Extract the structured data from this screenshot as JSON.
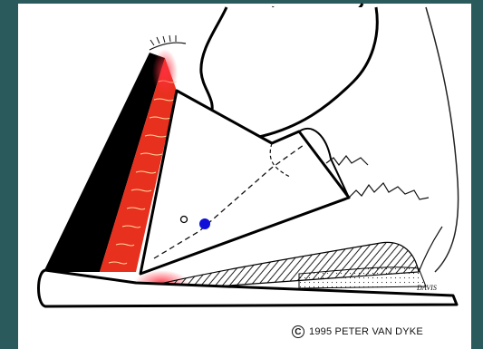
{
  "credit": {
    "symbol": "C",
    "text": "1995 PETER VAN DYKE"
  },
  "signature": "DAVIS",
  "colors": {
    "background": "#2a5a5c",
    "panel": "#ffffff",
    "laminae_fill": "#e8301e",
    "laminae_stripes": "#ffd9a0",
    "hoof_wall": "#000000",
    "marker": "#1010d8"
  }
}
